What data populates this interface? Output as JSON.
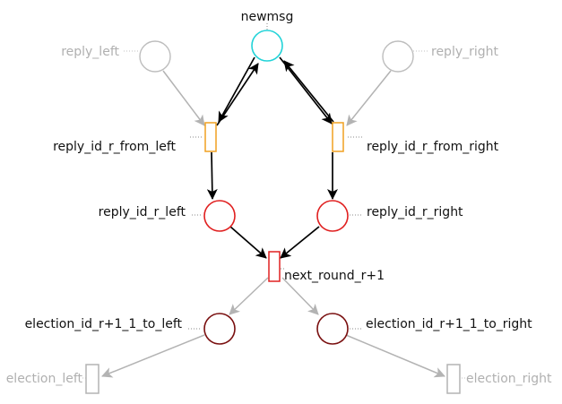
{
  "colors": {
    "black": "#000000",
    "gray": "#b3b3b3",
    "gray_text": "#b0b0b0",
    "cyan": "#22d3d8",
    "orange": "#f0a020",
    "red": "#e02020",
    "dark_red": "#7a1010"
  },
  "places": {
    "newmsg": "newmsg",
    "reply_left": "reply_left",
    "reply_right": "reply_right",
    "reply_id_r_left": "reply_id_r_left",
    "reply_id_r_right": "reply_id_r_right",
    "election_id_left": "election_id_r+1_1_to_left",
    "election_id_right": "election_id_r+1_1_to_right"
  },
  "transitions": {
    "from_left": "reply_id_r_from_left",
    "from_right": "reply_id_r_from_right",
    "next_round": "next_round_r+1",
    "election_left": "election_left",
    "election_right": "election_right"
  }
}
